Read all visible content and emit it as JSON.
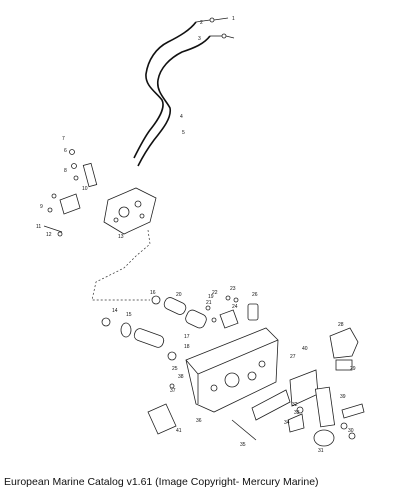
{
  "caption": "European Marine Catalog v1.61 (Image Copyright- Mercury Marine)",
  "part_labels": [
    "1",
    "2",
    "3",
    "4",
    "5",
    "6",
    "7",
    "8",
    "9",
    "10",
    "11",
    "12",
    "13",
    "14",
    "15",
    "16",
    "17",
    "18",
    "19",
    "20",
    "21",
    "22",
    "23",
    "24",
    "25",
    "26",
    "27",
    "28",
    "29",
    "30",
    "31",
    "32",
    "33",
    "34",
    "35",
    "36",
    "37",
    "38",
    "39",
    "40",
    "41"
  ]
}
